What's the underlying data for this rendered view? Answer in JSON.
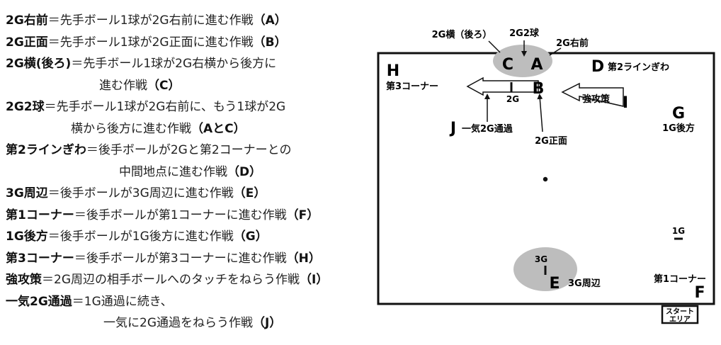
{
  "legend": [
    {
      "term": "2G右前",
      "desc": "＝先手ボール1球が2G右前に進む作戦",
      "letter": "（A）",
      "cont": null
    },
    {
      "term": "2G正面",
      "desc": "＝先手ボール1球が2G正面に進む作戦",
      "letter": "（B）",
      "cont": null
    },
    {
      "term": "2G横(後ろ)",
      "desc": "＝先手ボール1球が2G右横から後方に",
      "letter": "",
      "cont": {
        "desc": "進む作戦",
        "letter": "（C）"
      }
    },
    {
      "term": "2G2球",
      "desc": "＝先手ボール1球が2G右前に、もう1球が2G",
      "letter": "",
      "cont": {
        "desc": "横から後方に進む作戦",
        "letter": "（AとC）"
      }
    },
    {
      "term": "第2ラインぎわ",
      "desc": "＝後手ボールが2Gと第2コーナーとの",
      "letter": "",
      "cont": {
        "desc": "中間地点に進む作戦",
        "letter": "（D）"
      }
    },
    {
      "term": "3G周辺",
      "desc": "＝後手ボールが3G周辺に進む作戦",
      "letter": "（E）",
      "cont": null
    },
    {
      "term": "第1コーナー",
      "desc": "＝後手ボールが第1コーナーに進む作戦",
      "letter": "（F）",
      "cont": null
    },
    {
      "term": "1G後方",
      "desc": "＝後手ボールが1G後方に進む作戦",
      "letter": "（G）",
      "cont": null
    },
    {
      "term": "第3コーナー",
      "desc": "＝後手ボールが第3コーナーに進む作戦",
      "letter": "（H）",
      "cont": null
    },
    {
      "term": "強攻策",
      "desc": "＝2G周辺の相手ボールへのタッチをねらう作戦",
      "letter": "（I）",
      "cont": null
    },
    {
      "term": "一気2G通過",
      "desc": "＝1G通過に続き、",
      "letter": "",
      "cont": {
        "desc": "一気に2G通過をねらう作戦",
        "letter": "（J）"
      }
    }
  ],
  "field": {
    "callouts": {
      "c_label": "2G横（後ろ）",
      "two_ball": "2G2球",
      "a_label": "2G右前"
    },
    "letters": {
      "A": "A",
      "B": "B",
      "C": "C",
      "D": "D",
      "E": "E",
      "F": "F",
      "G": "G",
      "H": "H",
      "I": "I",
      "J": "J"
    },
    "labels": {
      "d": "第2ラインぎわ",
      "h": "第3コーナー",
      "gate2": "2G",
      "i": "強攻策",
      "g": "1G後方",
      "j": "一気2G通過",
      "b": "2G正面",
      "gate1": "1G",
      "gate3": "3G",
      "e": "3G周辺",
      "f": "第1コーナー"
    },
    "start_area": [
      "スタート",
      "エリア"
    ],
    "colors": {
      "ellipse": "#bdbdbd",
      "line": "#111111"
    }
  }
}
